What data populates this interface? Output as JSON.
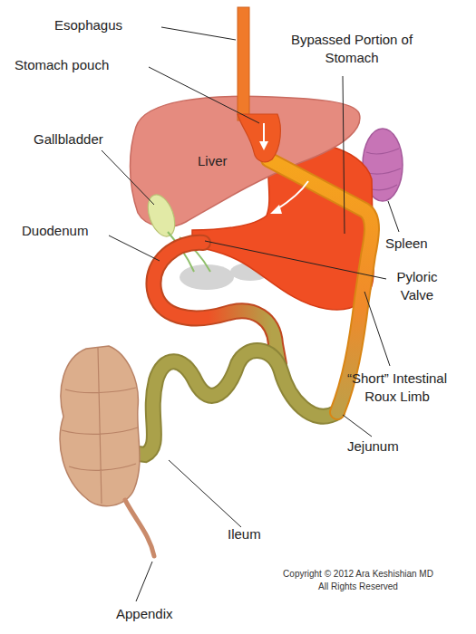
{
  "diagram": {
    "labels": [
      "Esophagus",
      "Stomach pouch",
      "Bypassed Portion of Stomach",
      "Liver",
      "Gallbladder",
      "Duodenum",
      "Spleen",
      "Pyloric Valve",
      "“Short” Intestinal Roux Limb",
      "Jejunum",
      "Ileum",
      "Copyright © 2012 Ara Keshishian MD",
      "All Rights Reserved",
      "Appendix"
    ]
  }
}
